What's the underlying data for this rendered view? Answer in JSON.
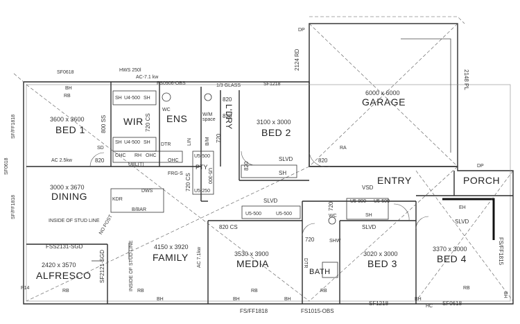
{
  "rooms": {
    "garage": {
      "name": "GARAGE",
      "dim": "6000 x 6000"
    },
    "bed1": {
      "name": "BED 1",
      "dim": "3600 x 3600"
    },
    "bed2": {
      "name": "BED 2",
      "dim": "3100 x 3000"
    },
    "bed3": {
      "name": "BED 3",
      "dim": "3020 x 3000"
    },
    "bed4": {
      "name": "BED 4",
      "dim": "3370 x 3000"
    },
    "dining": {
      "name": "DINING",
      "dim": "3000 x 3670"
    },
    "family": {
      "name": "FAMILY",
      "dim": "4150 x 3920"
    },
    "media": {
      "name": "MEDIA",
      "dim": "3530 x 3900"
    },
    "alfresco": {
      "name": "ALFRESCO",
      "dim": "2420 x 3570"
    },
    "wir": {
      "name": "WIR"
    },
    "ens": {
      "name": "ENS"
    },
    "entry": {
      "name": "ENTRY"
    },
    "porch": {
      "name": "PORCH"
    },
    "bath": {
      "name": "BATH"
    },
    "ldry": {
      "name": "L'DRY"
    }
  },
  "annotations": {
    "sf0618_top": "SF0618",
    "hws": "HWS 250l",
    "ac71_top": "AC-7.1 kw",
    "fs0906": "FS0906-OBS",
    "glass": "1/3 GLASS",
    "sf1218_top": "SF1218",
    "rd2124": "2124 RD",
    "pl2148": "2148 PL",
    "dp1": "DP",
    "dp2": "DP",
    "sfff1818_left1": "SF/FF1818",
    "sfff1818_left2": "SF/FF1818",
    "sf0618_left": "SF0618",
    "rb_bed1": "RB",
    "sh_top1": "SH",
    "u4500_top": "U4-500",
    "sh_top2": "SH",
    "cs720_a": "720 CS",
    "wc1": "WC",
    "ss800": "800 SS",
    "cs820_a": "820",
    "cs820_b": "820",
    "cs820_c": "820",
    "cs820_d": "820",
    "cs820_e": "820",
    "wm": "W/M space",
    "brm": "B/M",
    "lin": "LIN",
    "cs720_b": "720",
    "sh_mid1": "SH",
    "u4500_mid": "U4-500",
    "sh_mid2": "SH",
    "dtr1": "DTR",
    "ac25": "AC 2.5kw",
    "ohc1": "OHC",
    "rh": "RH",
    "ohc2": "OHC",
    "ohc3": "OHC",
    "ubl": "UBL(T)",
    "u5500_pty": "U5-500",
    "pty": "PTY",
    "u5300": "U5-300",
    "u5250": "U5-250",
    "cs720_c": "720 CS",
    "frg": "FRG-S",
    "slvd_bed2": "SLVD",
    "sh_bed2": "SH",
    "ra": "RA",
    "dws": "DWS",
    "bbar": "B/BAR",
    "kdr": "KDR",
    "slvd_media": "SLVD",
    "u5500_m1": "U5-500",
    "u5500_m2": "U5-500",
    "cs820_media": "820 CS",
    "inside_stud1": "INSIDE OF STUD LINE",
    "inside_stud2": "INSIDE OF STUD LINE",
    "fss2131": "FSS2131-SGD",
    "sf2121": "SF2121-SGD",
    "no_post": "NO POST",
    "vsd": "VSD",
    "u5800": "U5-800",
    "u5500_e": "U5-500",
    "sh_e": "SH",
    "slvd_e": "SLVD",
    "cs720_d": "720",
    "wc2": "WC",
    "cs720_e": "720",
    "shw": "SHW",
    "bath_eh": "EH",
    "slvd_bed4": "SLVD",
    "sd": "SD",
    "dtr2": "DTR",
    "ac71_fam": "AC 7.1kw",
    "rb_a": "RB",
    "rb_b": "RB",
    "rb_c": "RB",
    "rb_d": "RB",
    "rb_e": "RB",
    "bh_a": "BH",
    "bh_b": "BH",
    "bh_c": "BH",
    "bh_d": "BH",
    "bh_top": "BH",
    "bh_r": "BH",
    "ffs1818": "FS/FF1818",
    "fs1015": "FS1015-OBS",
    "sf1218_bot": "SF1218",
    "sf0618_bot": "SF0618",
    "fsff1815": "FS/FF1815",
    "p14": "P14",
    "hc": "HC"
  },
  "colors": {
    "line": "#2b2b2b",
    "dash": "#555555",
    "brick": "#9a9a9a"
  }
}
